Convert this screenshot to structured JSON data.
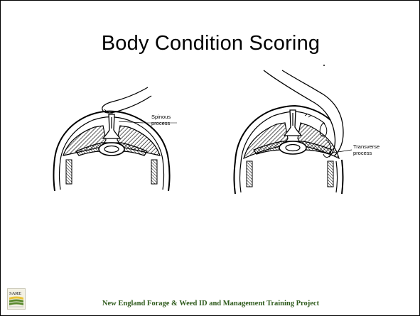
{
  "slide": {
    "title": "Body Condition Scoring",
    "footer": "New England Forage & Weed ID and Management Training Project"
  },
  "figures": {
    "left": {
      "label_line1": "Spinous",
      "label_line2": "process"
    },
    "right": {
      "label_line1": "Transverse",
      "label_line2": "process"
    }
  },
  "logo": {
    "text": "SARE"
  },
  "colors": {
    "footer_text": "#2e5a1c",
    "logo_green": "#5a8a2e",
    "logo_yellow": "#e8c43a"
  }
}
